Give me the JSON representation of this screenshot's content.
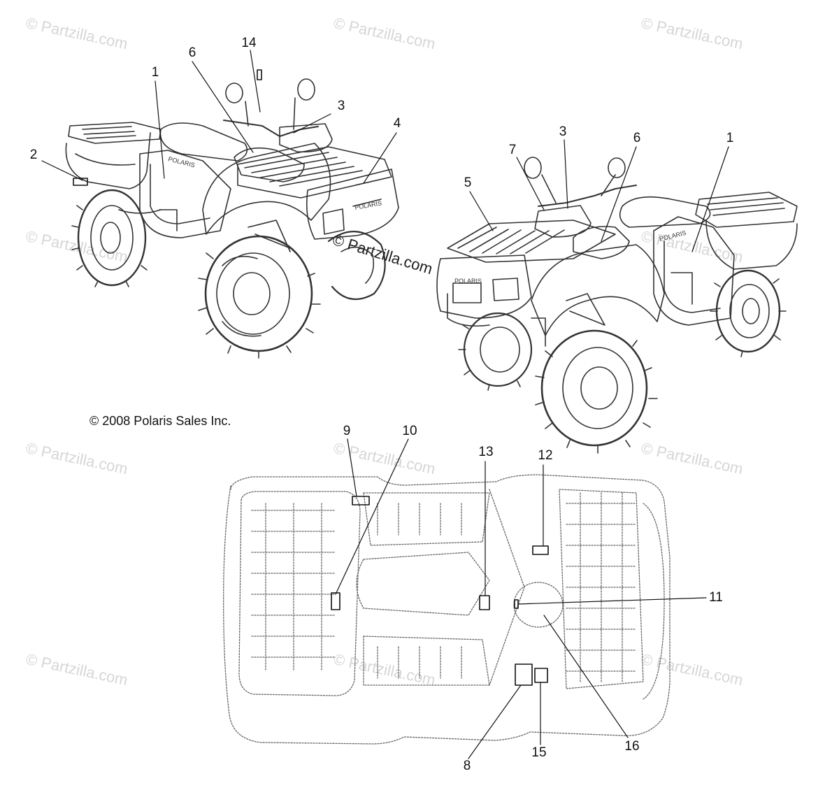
{
  "watermark": "© Partzilla.com",
  "center_watermark": "© Partzilla.com",
  "copyright": "© 2008 Polaris Sales Inc.",
  "callouts": [
    "1",
    "2",
    "3",
    "4",
    "5",
    "6",
    "7",
    "8",
    "9",
    "10",
    "11",
    "12",
    "13",
    "14",
    "15",
    "16"
  ],
  "decal_text": "POLARIS"
}
